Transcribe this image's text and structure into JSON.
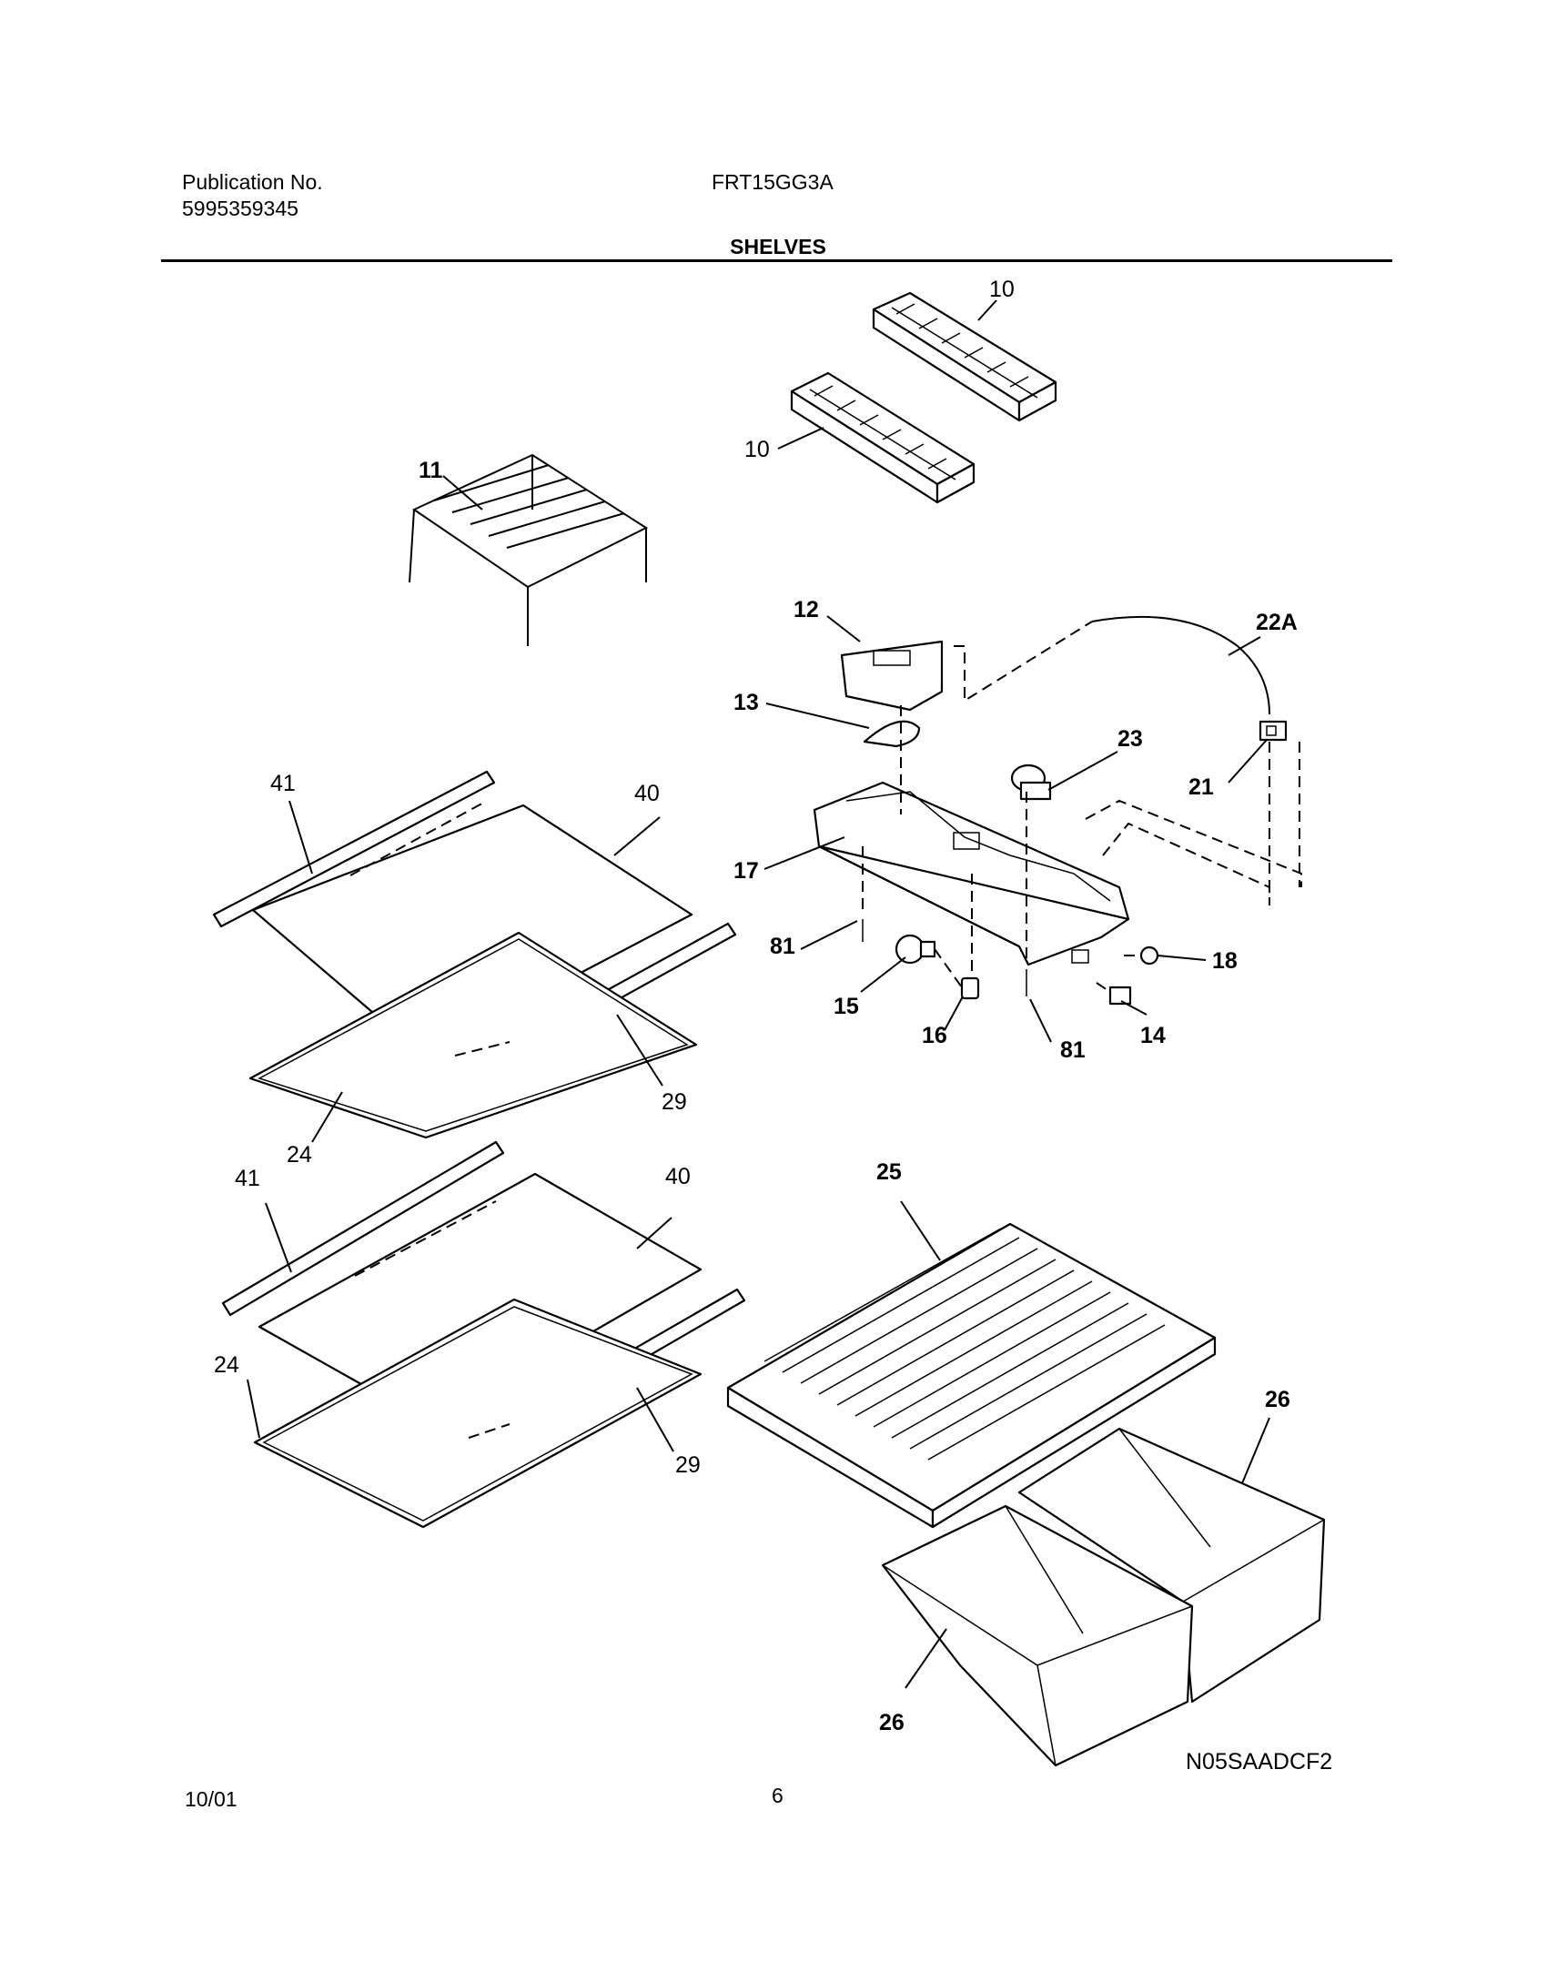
{
  "header": {
    "publication_label": "Publication No.",
    "publication_number": "5995359345",
    "model": "FRT15GG3A",
    "section_title": "SHELVES"
  },
  "callouts": {
    "c10a": "10",
    "c10b": "10",
    "c11": "11",
    "c12": "12",
    "c13": "13",
    "c22a": "22A",
    "c23": "23",
    "c21": "21",
    "c17": "17",
    "c81a": "81",
    "c15": "15",
    "c16": "16",
    "c81b": "81",
    "c14": "14",
    "c18": "18",
    "c41a": "41",
    "c40a": "40",
    "c29a": "29",
    "c24a": "24",
    "c41b": "41",
    "c40b": "40",
    "c24b": "24",
    "c29b": "29",
    "c25": "25",
    "c26a": "26",
    "c26b": "26"
  },
  "footer": {
    "date": "10/01",
    "page": "6",
    "diagram_code": "N05SAADCF2"
  }
}
